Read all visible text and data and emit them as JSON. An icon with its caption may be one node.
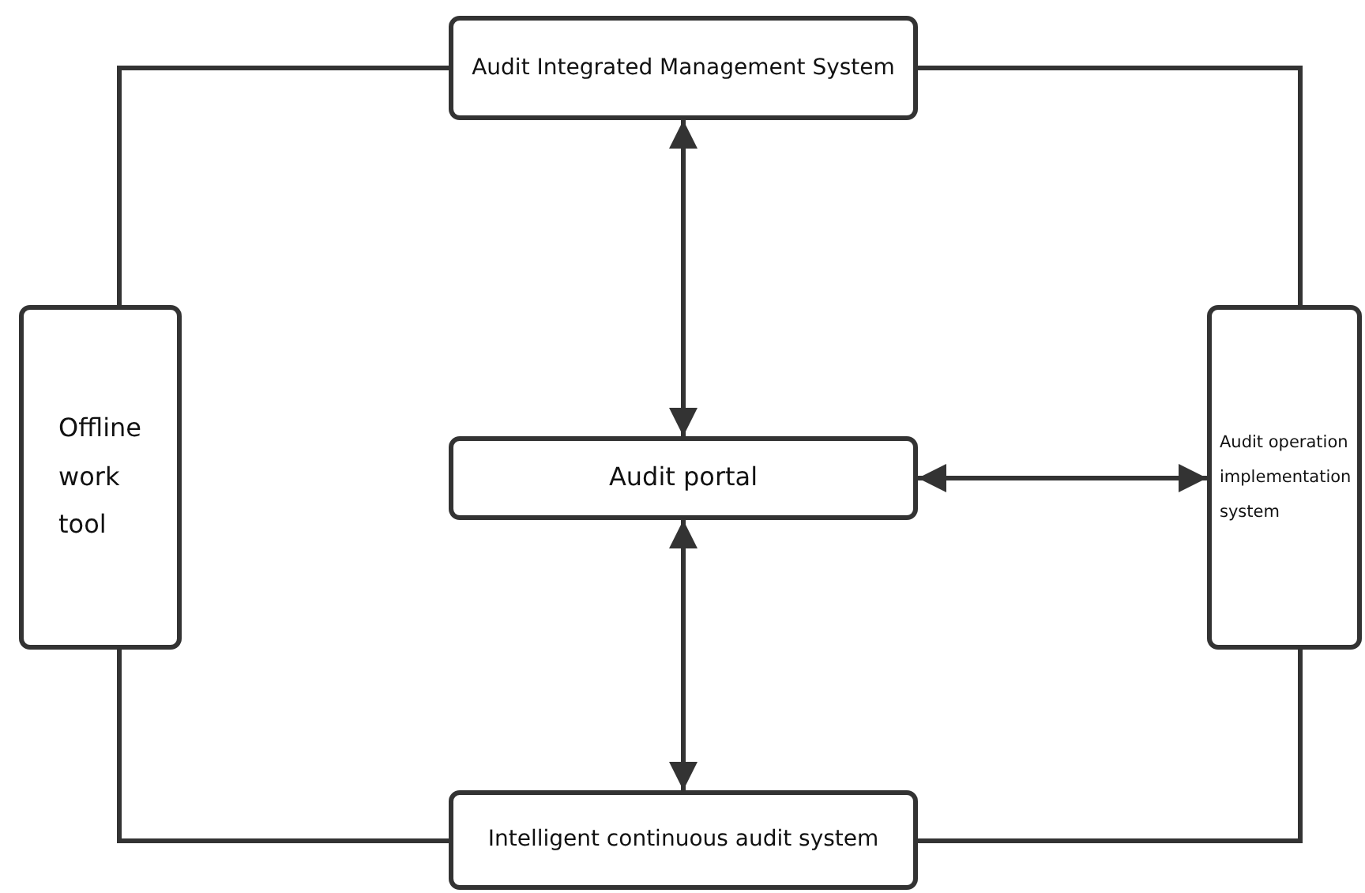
{
  "diagram": {
    "nodes": [
      {
        "text": [
          "Audit Integrated Management System"
        ]
      },
      {
        "text": [
          "Offline work tool"
        ]
      },
      {
        "text": [
          "Audit portal"
        ]
      },
      {
        "text": [
          "Audit operation implementation system"
        ]
      },
      {
        "text": [
          "Intelligent continuous audit system"
        ]
      }
    ],
    "edges": [
      {
        "from": 0,
        "to": 2,
        "arrow": "both"
      },
      {
        "from": 2,
        "to": 4,
        "arrow": "both"
      },
      {
        "from": 2,
        "to": 3,
        "arrow": "both"
      },
      {
        "from": 0,
        "to": 1,
        "arrow": "none"
      },
      {
        "from": 0,
        "to": 3,
        "arrow": "none"
      },
      {
        "from": 1,
        "to": 4,
        "arrow": "none"
      },
      {
        "from": 3,
        "to": 4,
        "arrow": "none"
      }
    ]
  }
}
